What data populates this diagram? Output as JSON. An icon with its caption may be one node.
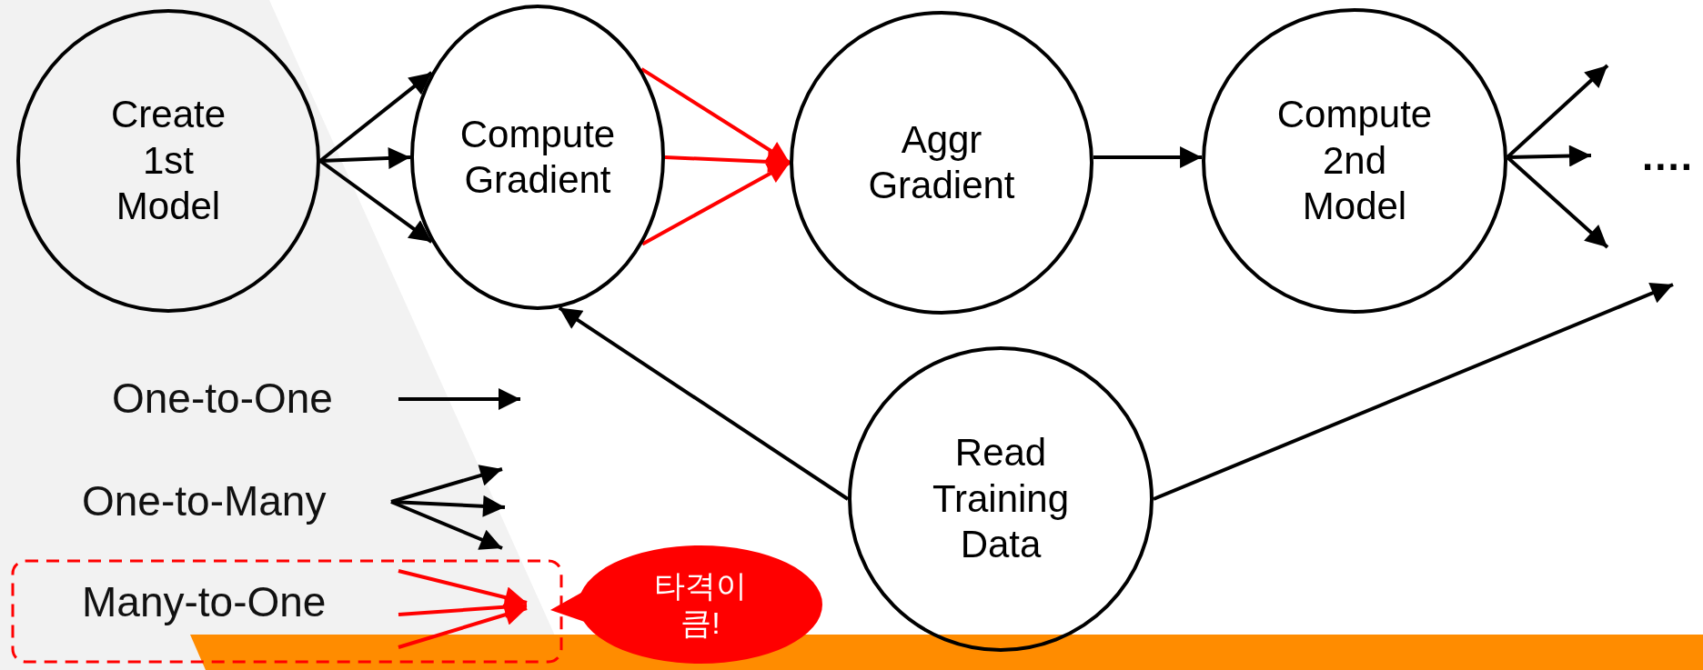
{
  "diagram": {
    "nodes": [
      {
        "text": [
          "Create 1st Model"
        ]
      },
      {
        "text": [
          "Compute Gradient"
        ]
      },
      {
        "text": [
          "Aggr Gradient"
        ]
      },
      {
        "text": [
          "Compute 2nd Model"
        ]
      },
      {
        "text": [
          "Read Training Data"
        ]
      },
      {
        "text": [
          "타격이 큼!"
        ]
      }
    ],
    "edges": [
      {
        "from": 0,
        "to": 1,
        "arrow": "to"
      },
      {
        "from": 0,
        "to": 1,
        "arrow": "to"
      },
      {
        "from": 0,
        "to": 1,
        "arrow": "to"
      },
      {
        "from": 1,
        "to": 2,
        "arrow": "to",
        "color": "#ff0000"
      },
      {
        "from": 1,
        "to": 2,
        "arrow": "to",
        "color": "#ff0000"
      },
      {
        "from": 1,
        "to": 2,
        "arrow": "to",
        "color": "#ff0000"
      },
      {
        "from": 2,
        "to": 3,
        "arrow": "to"
      },
      {
        "from": 3,
        "to": null,
        "arrow": "to"
      },
      {
        "from": 3,
        "to": null,
        "arrow": "to"
      },
      {
        "from": 3,
        "to": null,
        "arrow": "to"
      },
      {
        "from": 4,
        "to": 1,
        "arrow": "to"
      },
      {
        "from": 4,
        "to": null,
        "arrow": "to"
      }
    ],
    "labels": [
      "...."
    ],
    "legend": [
      {
        "text": "One-to-One"
      },
      {
        "text": "One-to-Many"
      },
      {
        "text": "Many-to-One"
      }
    ]
  }
}
